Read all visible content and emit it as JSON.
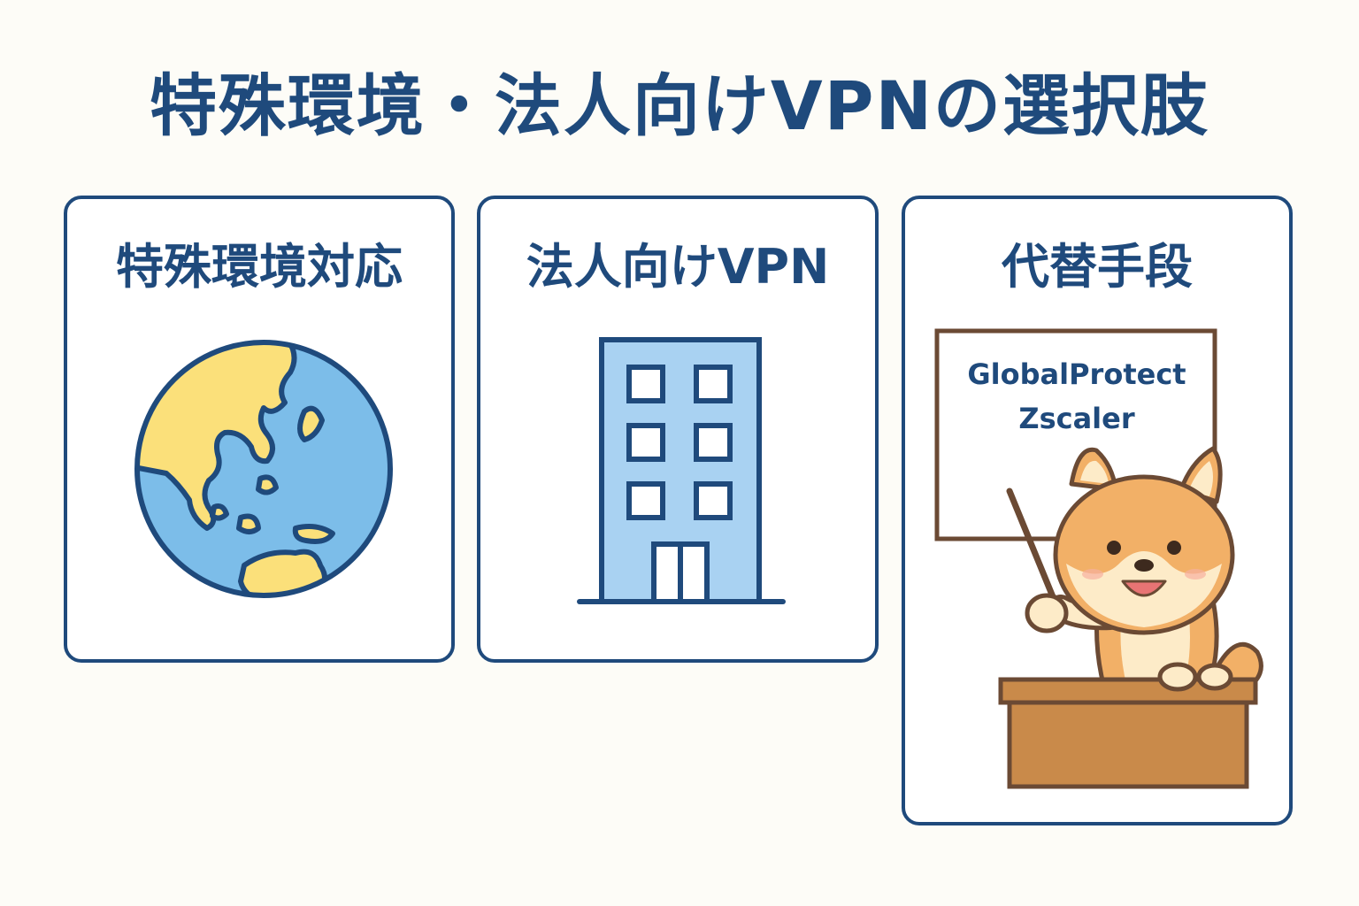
{
  "title": "特殊環境・法人向けVPNの選択肢",
  "panels": [
    {
      "label": "特殊環境対応",
      "icon": "globe-icon"
    },
    {
      "label": "法人向けVPN",
      "icon": "office-building-icon"
    },
    {
      "label": "代替手段",
      "icon": "shiba-dog-teacher-icon",
      "board_lines": [
        "GlobalProtect",
        "Zscaler"
      ]
    }
  ],
  "colors": {
    "navy": "#1f4a7c",
    "background": "#fdfcf7",
    "ocean": "#7cbde9",
    "land": "#fbe07a",
    "building": "#a9d2f2",
    "dog_fur": "#f2b067",
    "dog_cream": "#fdebc8",
    "desk": "#c98a4a",
    "board_frame": "#6b4a34"
  }
}
